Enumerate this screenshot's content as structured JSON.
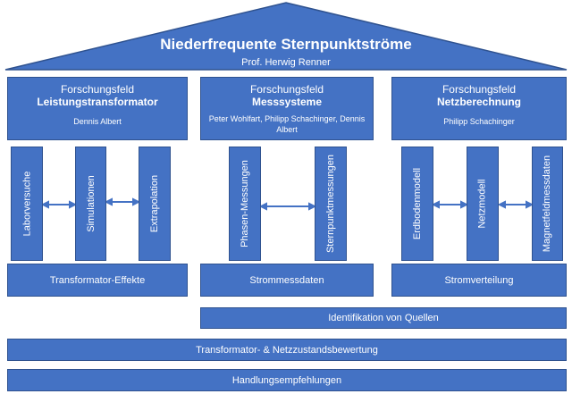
{
  "colors": {
    "fill": "#4472c4",
    "border": "#2f528f",
    "text": "#ffffff",
    "arrow": "#4472c4"
  },
  "roof": {
    "title": "Niederfrequente Sternpunktströme",
    "subtitle": "Prof. Herwig Renner"
  },
  "fields": [
    {
      "label": "Forschungsfeld",
      "name": "Leistungstransformator",
      "people": "Dennis Albert"
    },
    {
      "label": "Forschungsfeld",
      "name": "Messsysteme",
      "people": "Peter Wohlfart, Philipp Schachinger, Dennis Albert"
    },
    {
      "label": "Forschungsfeld",
      "name": "Netzberechnung",
      "people": "Philipp Schachinger"
    }
  ],
  "pillars": [
    [
      "Laborversuche",
      "Simulationen",
      "Extrapolation"
    ],
    [
      "Phasen-Messungen",
      "Sternpunktmessungen"
    ],
    [
      "Erdbodenmodell",
      "Netzmodell",
      "Magnetfeldmessdaten"
    ]
  ],
  "bases": [
    "Transformator-Effekte",
    "Strommessdaten",
    "Stromverteilung"
  ],
  "bars": {
    "identification": "Identifikation von Quellen",
    "assessment": "Transformator- & Netzzustandsbewertung",
    "recommendations": "Handlungsempfehlungen"
  }
}
